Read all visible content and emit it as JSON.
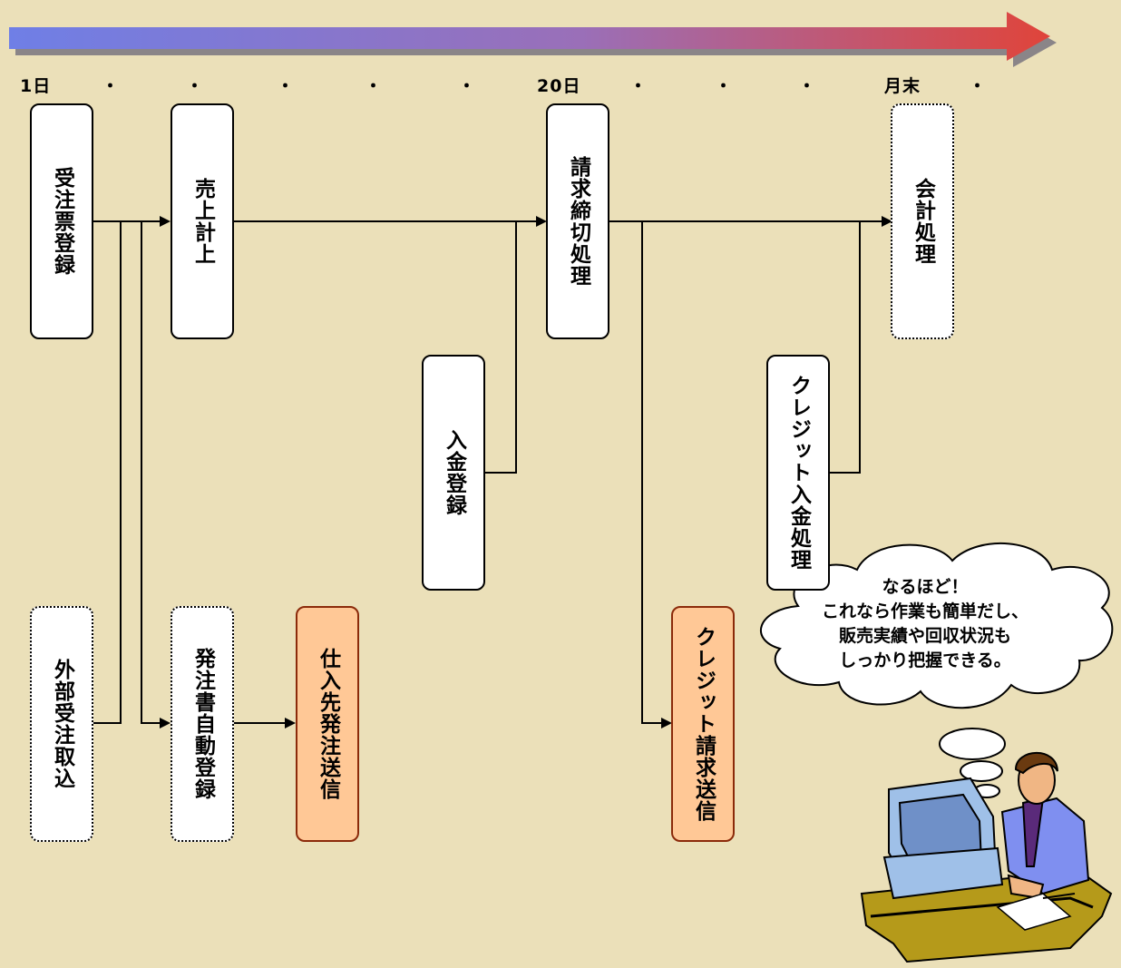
{
  "timeline": {
    "day1": "1日",
    "day20": "20日",
    "month_end": "月末",
    "separator": "・"
  },
  "boxes": {
    "order_entry": "受注票登録",
    "sales_record": "売上計上",
    "billing_close": "請求締切処理",
    "accounting": "会計処理",
    "payment_entry": "入金登録",
    "credit_payment": "クレジット入金処理",
    "external_order_import": "外部受注取込",
    "auto_po_registration": "発注書自動登録",
    "supplier_order_send": "仕入先発注送信",
    "credit_invoice_send": "クレジット請求送信"
  },
  "speech_bubble": {
    "line1": "なるほど！",
    "line2": "これなら作業も簡単だし、",
    "line3": "販売実績や回収状況も",
    "line4": "しっかり把握できる。"
  },
  "colors": {
    "background": "#ebe0b9",
    "arrow_start": "#6f7fe6",
    "arrow_end": "#e0443a",
    "highlight_box": "#ffc896"
  }
}
